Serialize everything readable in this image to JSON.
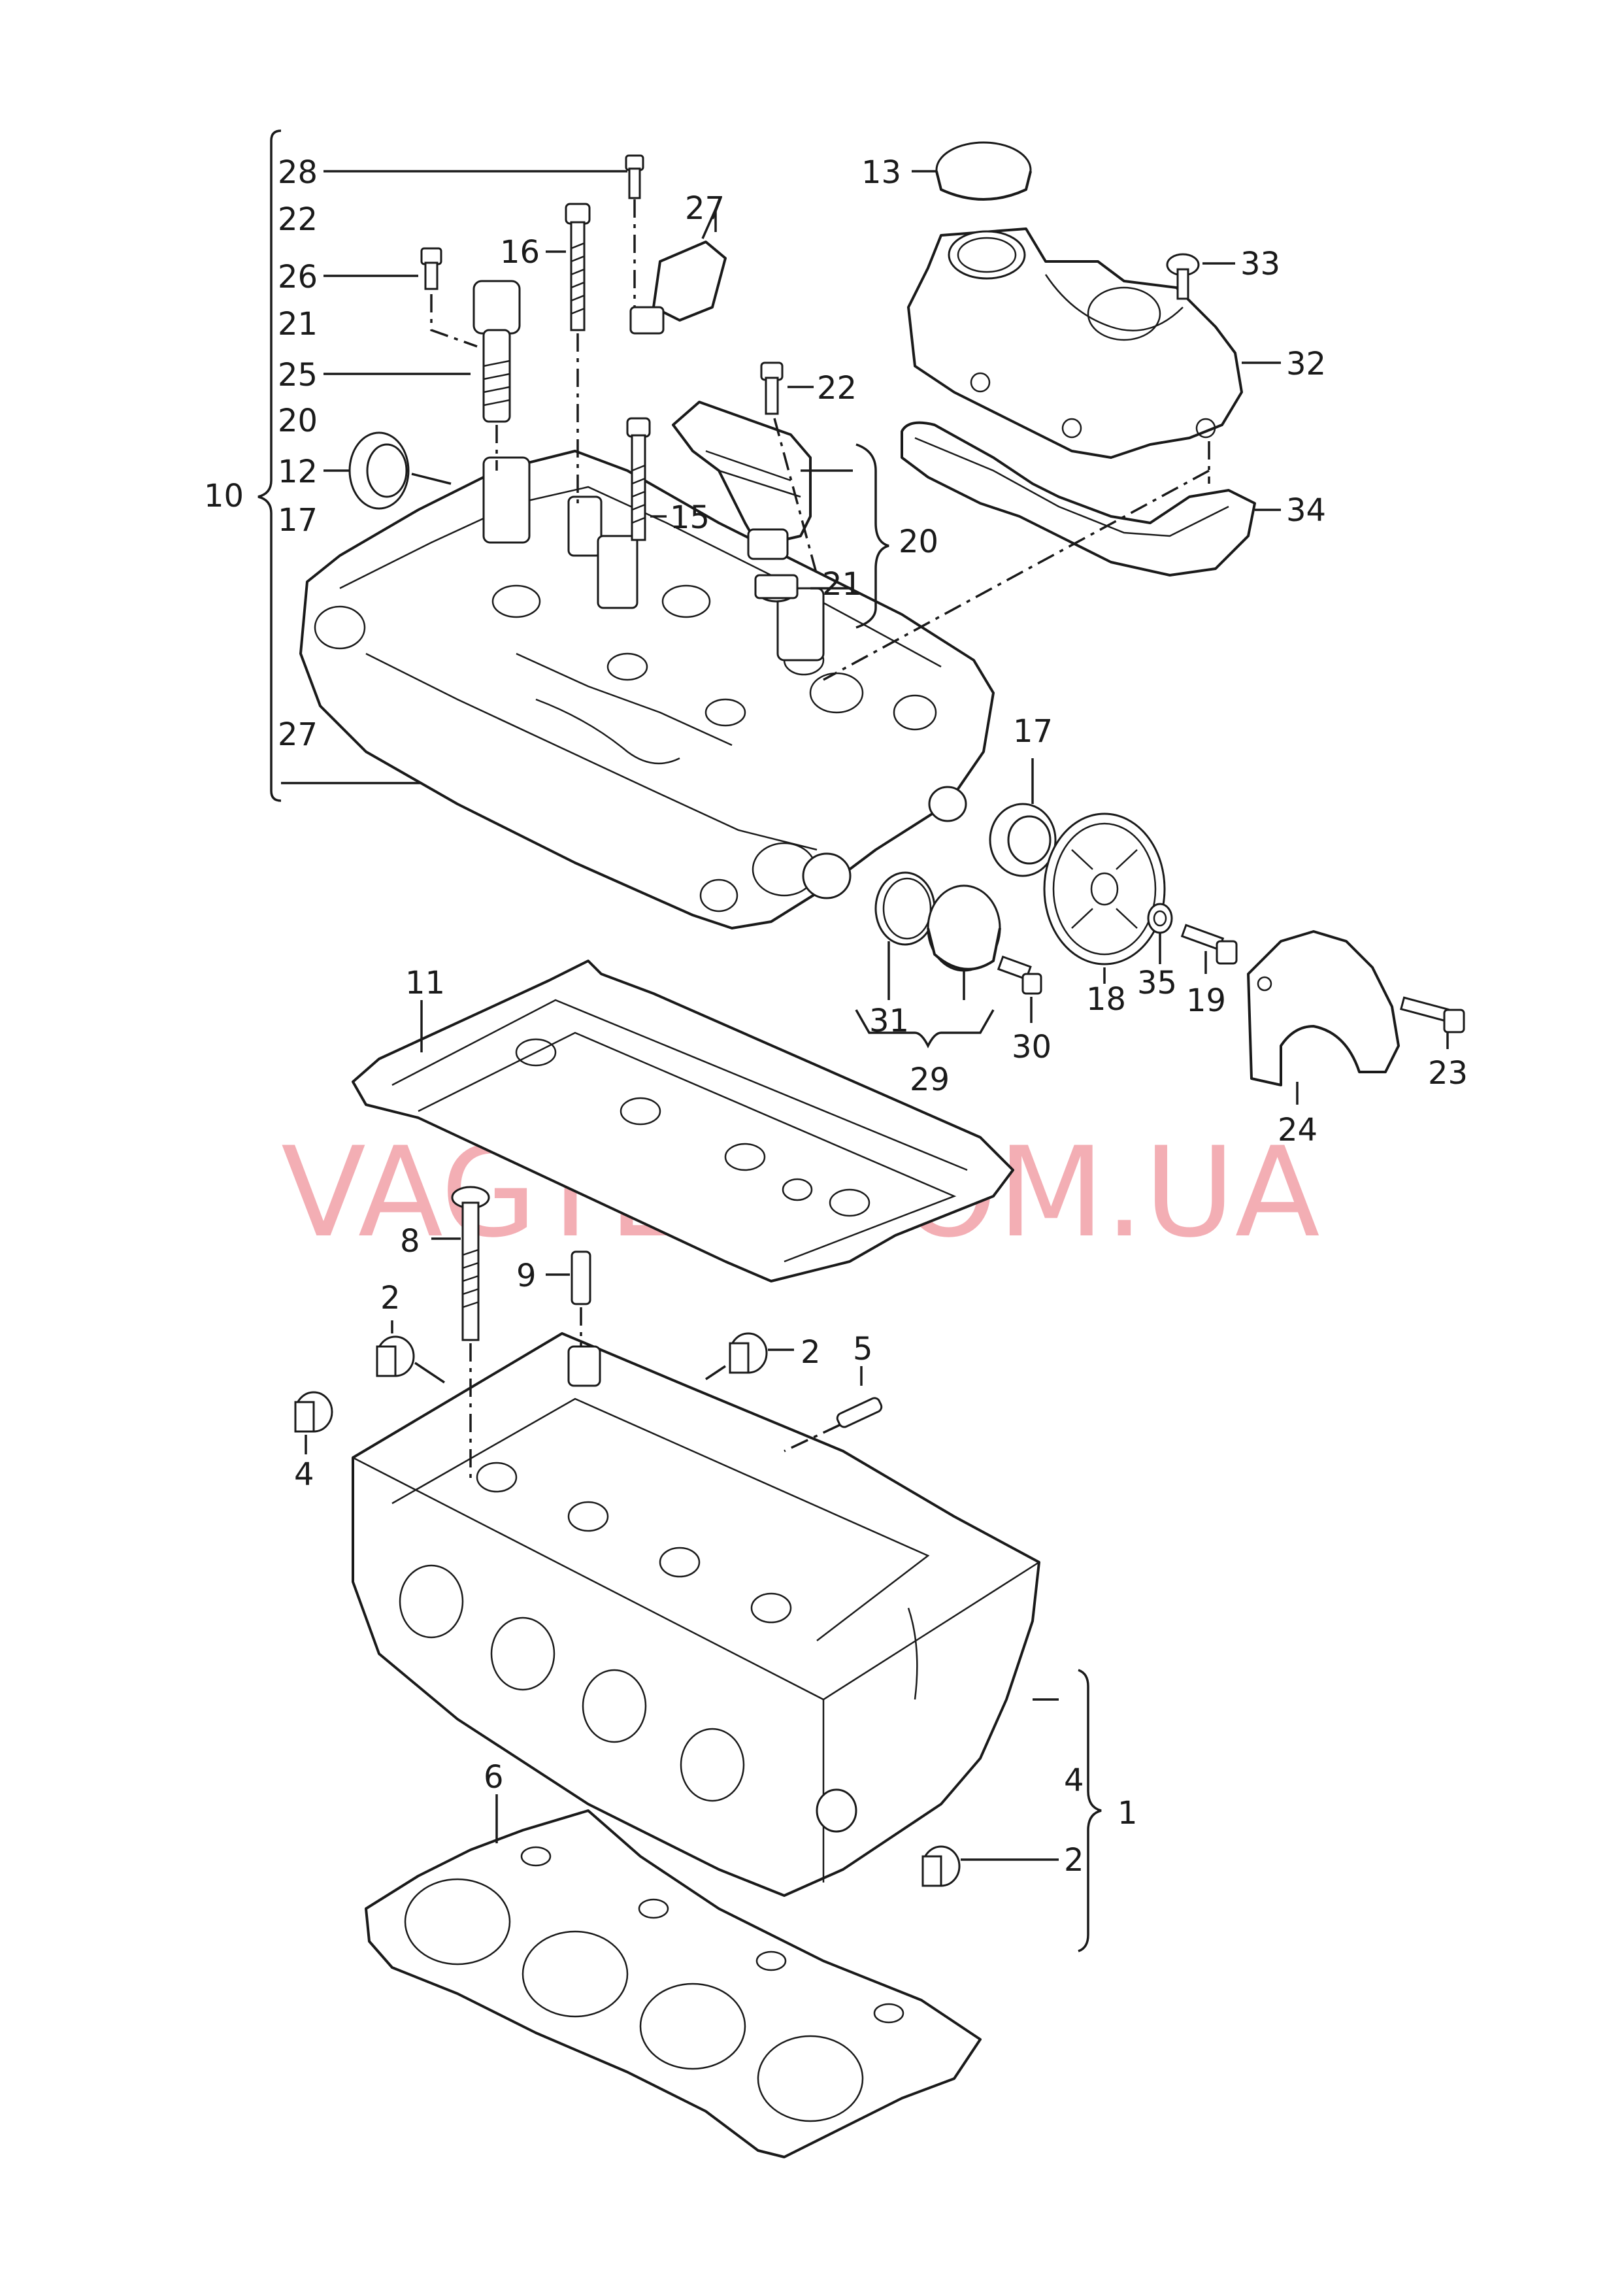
{
  "watermark": "VAGTEC.COM.UA",
  "bracket_group": {
    "group_label": "10",
    "items": [
      "28",
      "22",
      "26",
      "21",
      "25",
      "20",
      "12",
      "17",
      "27"
    ]
  },
  "callouts": {
    "c28": "28",
    "c27a": "27",
    "c16": "16",
    "c26": "26",
    "c25": "25",
    "c12": "12",
    "c10": "10",
    "c15": "15",
    "c22": "22",
    "c13": "13",
    "c33": "33",
    "c32": "32",
    "c34": "34",
    "c20": "20",
    "c21": "21",
    "c17": "17",
    "c18": "18",
    "c35": "35",
    "c19": "19",
    "c31": "31",
    "c30": "30",
    "c29": "29",
    "c24": "24",
    "c23": "23",
    "c11": "11",
    "c8": "8",
    "c9": "9",
    "c2a": "2",
    "c2b": "2",
    "c5": "5",
    "c4a": "4",
    "c6": "6",
    "c4b": "4",
    "c2c": "2",
    "c1": "1"
  }
}
